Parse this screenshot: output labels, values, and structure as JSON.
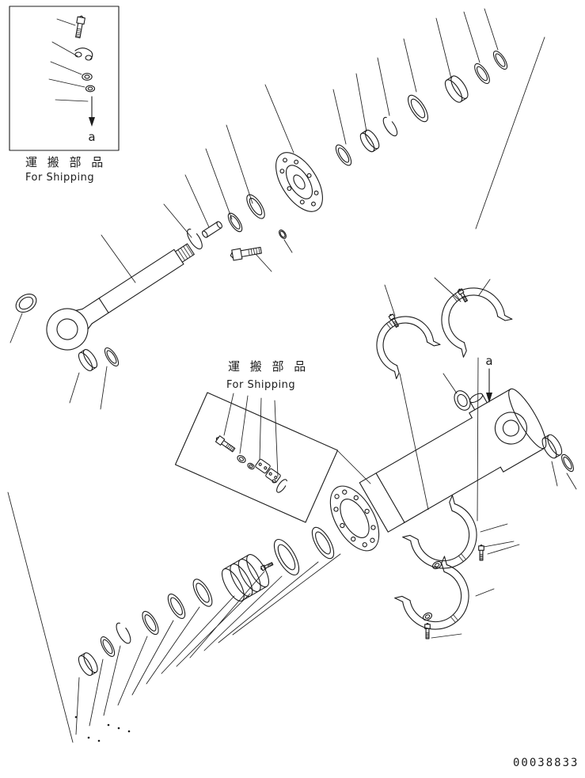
{
  "labels": {
    "shipping_top_jp": "運 搬 部 品",
    "shipping_top_en": "For Shipping",
    "shipping_mid_jp": "運 搬 部 品",
    "shipping_mid_en": "For Shipping",
    "ref_top": "a",
    "ref_right": "a",
    "drawing_number": "00038833"
  },
  "colors": {
    "ink": "#1c1c1c",
    "background": "#ffffff"
  }
}
